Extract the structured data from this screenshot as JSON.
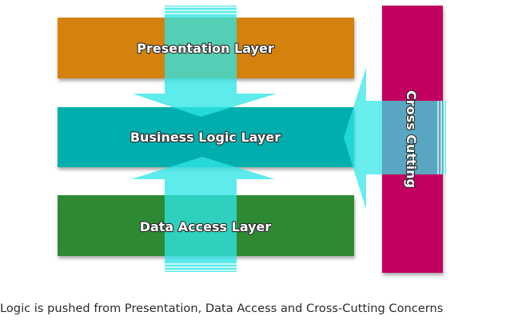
{
  "diagram": {
    "layers": {
      "presentation": "Presentation Layer",
      "business": "Business Logic Layer",
      "data_access": "Data Access Layer",
      "cross_cutting": "Cross Cutting"
    },
    "colors": {
      "presentation": "#d48207",
      "business": "#06aeae",
      "data_access": "#2e8a30",
      "cross_cutting": "#c20160",
      "arrow": "#2fe6e6"
    }
  },
  "caption": "Logic is pushed from Presentation, Data Access and Cross-Cutting Concerns"
}
